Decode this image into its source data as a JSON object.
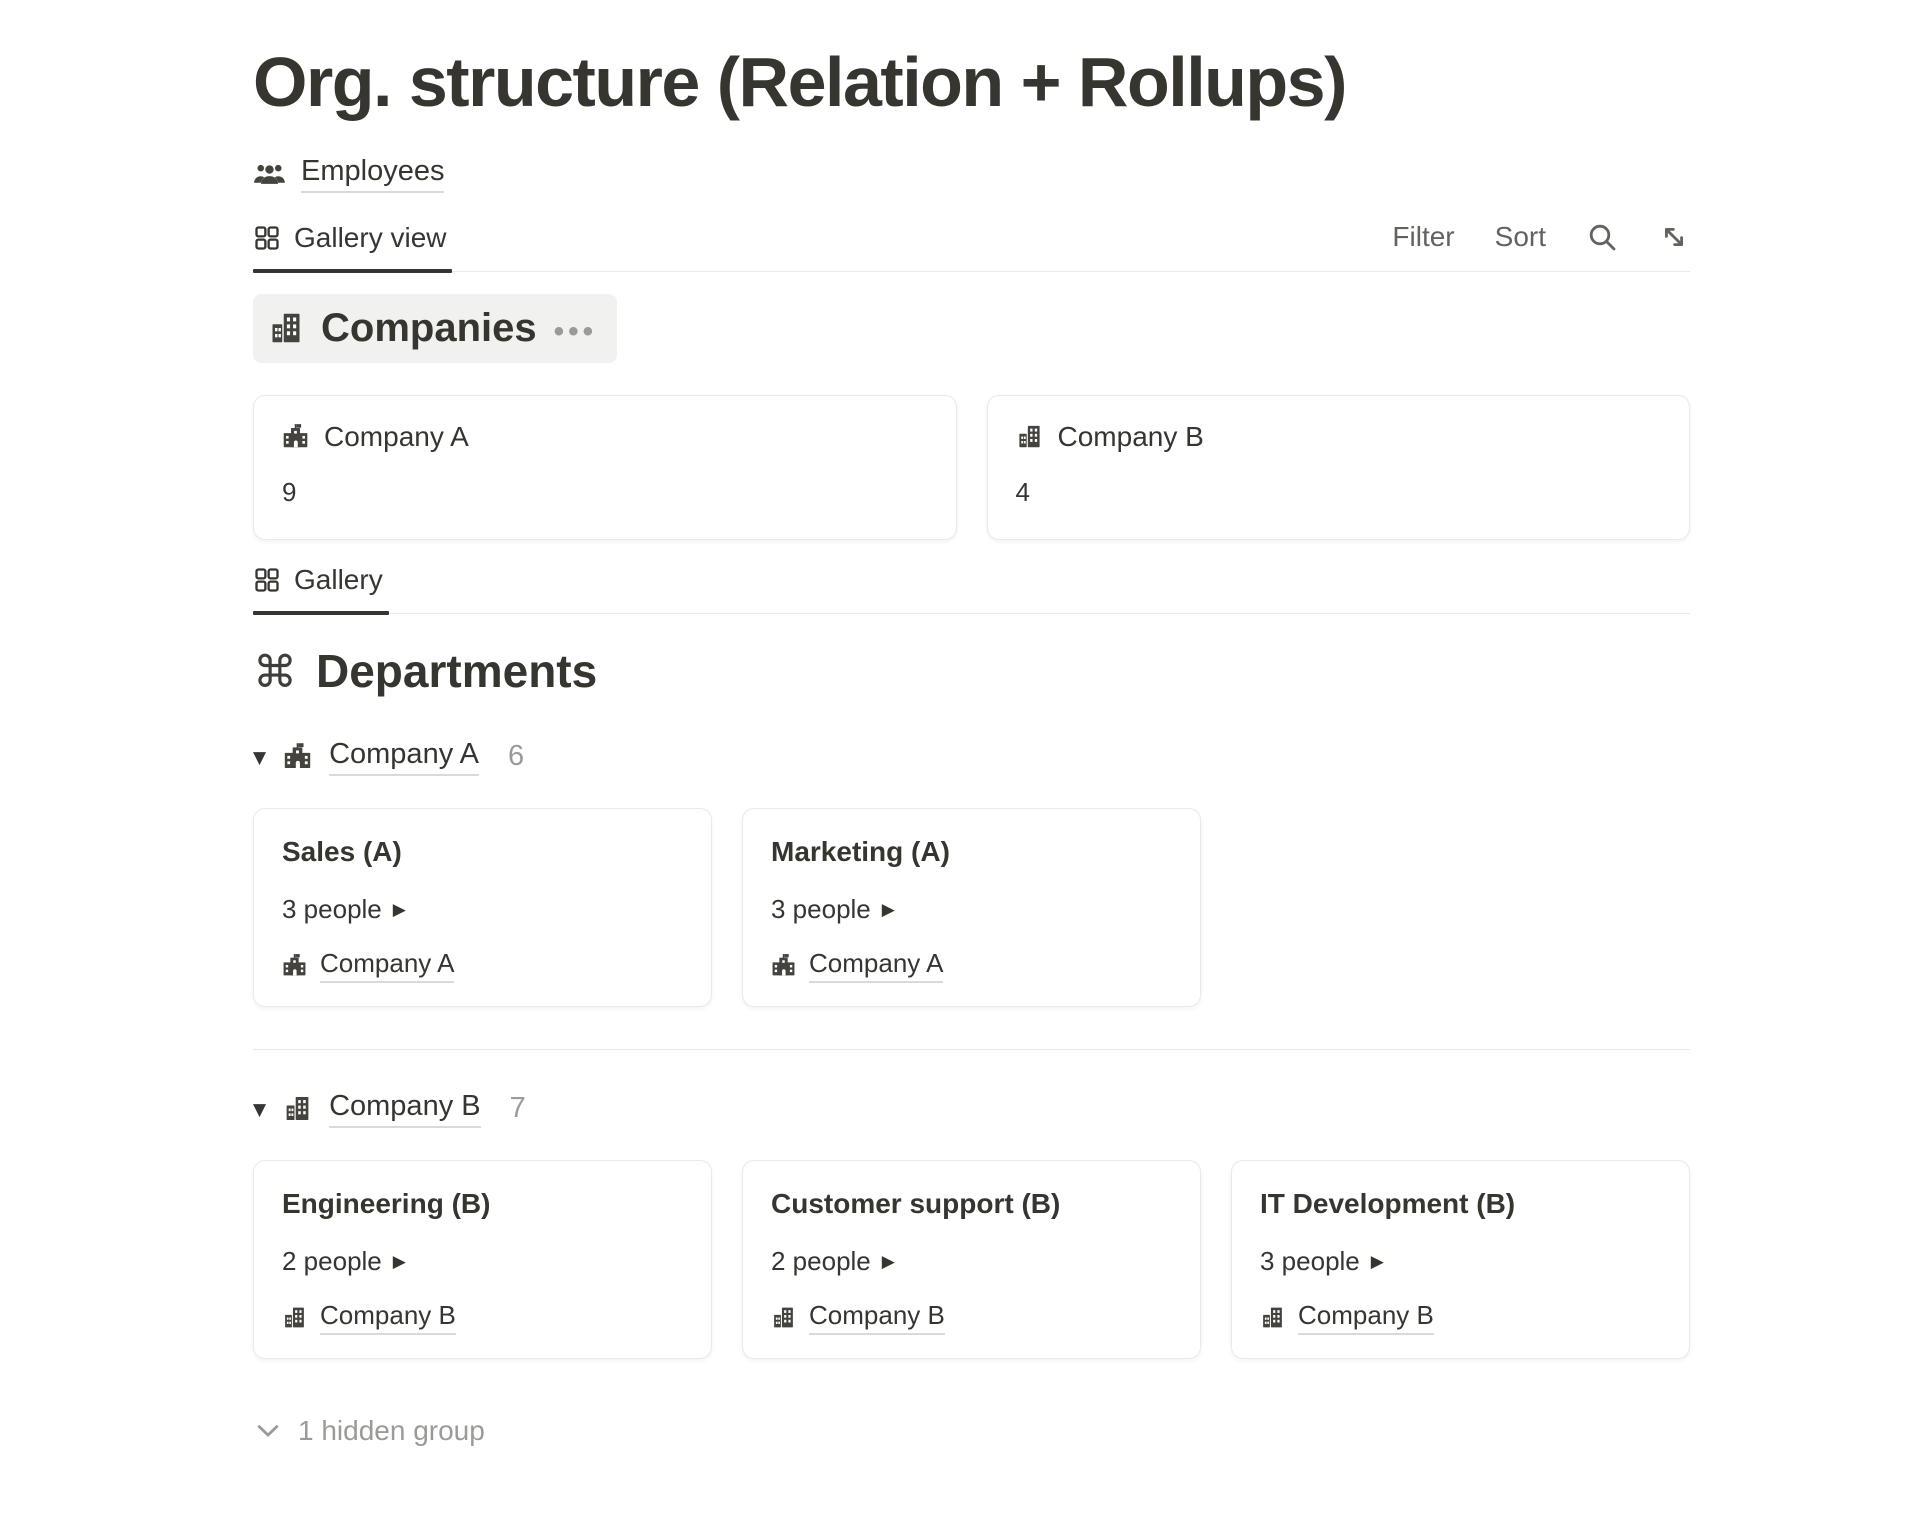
{
  "colors": {
    "text_primary": "#37352f",
    "text_gray": "#63625d",
    "text_light_gray": "#9b9a97",
    "divider": "#e9e9e7",
    "chip_background": "#f1f1ef",
    "link_underline": "#d9d9d6",
    "active_tab_underline": "#37352f"
  },
  "glyphs": {
    "toggle_down": "▼",
    "play": "▶",
    "ellipsis": "•••",
    "command": "⌘"
  },
  "page": {
    "title": "Org. structure (Relation + Rollups)"
  },
  "source": {
    "icon": "people-icon",
    "label": "Employees"
  },
  "view_toolbar": {
    "tab": {
      "icon": "grid-icon",
      "label": "Gallery view"
    },
    "filter_label": "Filter",
    "sort_label": "Sort",
    "search_icon": "search-icon",
    "expand_icon": "expand-icon"
  },
  "companies": {
    "icon": "city-buildings-icon",
    "title": "Companies",
    "menu_icon": "ellipsis-icon",
    "cards": [
      {
        "icon": "school-building-icon",
        "name": "Company A",
        "rollup": "9"
      },
      {
        "icon": "office-building-icon",
        "name": "Company B",
        "rollup": "4"
      }
    ]
  },
  "gallery_toolbar": {
    "tab": {
      "icon": "grid-icon",
      "label": "Gallery"
    }
  },
  "departments": {
    "icon": "command-icon",
    "title": "Departments",
    "groups": [
      {
        "icon": "school-building-icon",
        "name": "Company A",
        "count": "6",
        "cards": [
          {
            "title": "Sales (A)",
            "people": "3 people",
            "company_icon": "school-building-icon",
            "company": "Company A"
          },
          {
            "title": "Marketing (A)",
            "people": "3 people",
            "company_icon": "school-building-icon",
            "company": "Company A"
          }
        ]
      },
      {
        "icon": "office-building-icon",
        "name": "Company B",
        "count": "7",
        "cards": [
          {
            "title": "Engineering (B)",
            "people": "2 people",
            "company_icon": "office-building-icon",
            "company": "Company B"
          },
          {
            "title": "Customer support (B)",
            "people": "2 people",
            "company_icon": "office-building-icon",
            "company": "Company B"
          },
          {
            "title": "IT Development (B)",
            "people": "3 people",
            "company_icon": "office-building-icon",
            "company": "Company B"
          }
        ]
      }
    ],
    "hidden_group": {
      "icon": "chevron-down-icon",
      "label": "1 hidden group"
    }
  }
}
